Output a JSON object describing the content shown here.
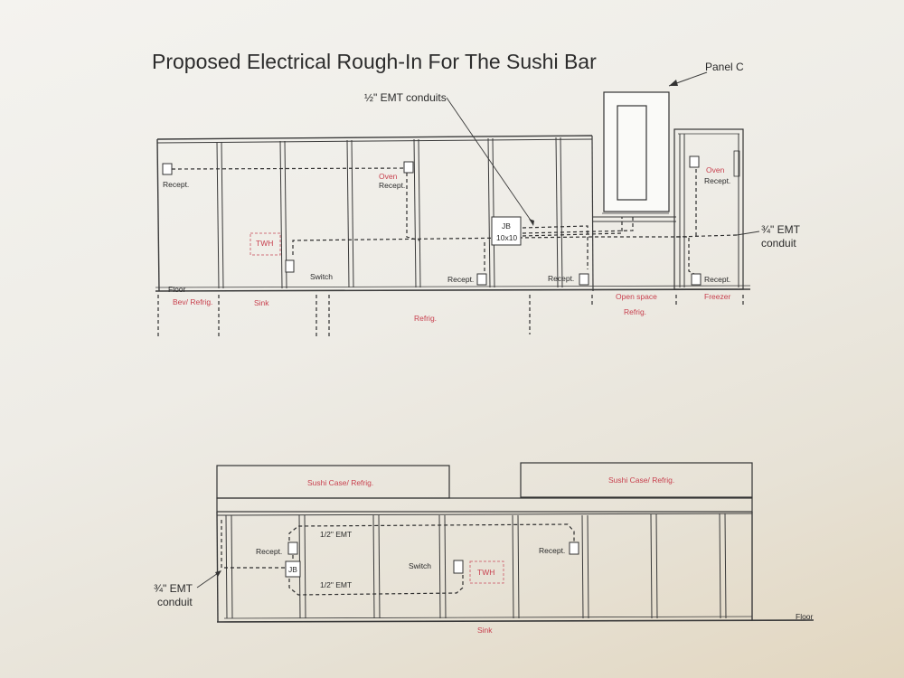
{
  "title": "Proposed Electrical Rough-In For The Sushi Bar",
  "top_elevation": {
    "panel_label": "Panel C",
    "conduit_half_label": "½\" EMT conduits",
    "conduit_threequarter_label_line1": "¾\" EMT",
    "conduit_threequarter_label_line2": "conduit",
    "recept_label": "Recept.",
    "oven_label": "Oven",
    "twh_label": "TWH",
    "switch_label": "Switch",
    "jb_label_line1": "JB",
    "jb_label_line2": "10x10",
    "floor_label": "Floor",
    "below_labels": {
      "bev_refrig": "Bev/ Refrig.",
      "sink": "Sink",
      "refrig": "Refrig.",
      "open_space": "Open space",
      "refrig2": "Refrig.",
      "freezer": "Freezer"
    }
  },
  "bottom_elevation": {
    "case_left": "Sushi Case/ Refrig.",
    "case_right": "Sushi Case/ Refrig.",
    "recept_label": "Recept.",
    "jb_label": "JB",
    "emt_half_top": "1/2\" EMT",
    "emt_half_bottom": "1/2\" EMT",
    "switch_label": "Switch",
    "twh_label": "TWH",
    "conduit_label_line1": "¾\" EMT",
    "conduit_label_line2": "conduit",
    "floor_label": "Floor",
    "sink_label": "Sink"
  }
}
